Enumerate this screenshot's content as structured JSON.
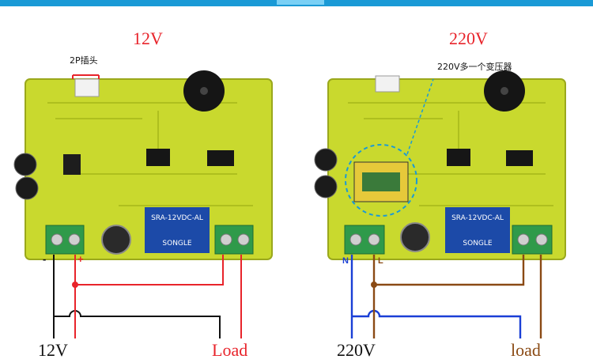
{
  "boards": {
    "left": {
      "title": "12V",
      "connector_label": "2P插头",
      "power_label": "12V",
      "load_label": "Load",
      "minus": "-",
      "plus": "+"
    },
    "right": {
      "title": "220V",
      "callout_label": "220V多一个变压器",
      "power_label": "220V",
      "load_label": "load",
      "n_label": "N",
      "l_label": "L"
    }
  },
  "colors": {
    "title": "#e8242b",
    "pcb": "#c9d92e",
    "wire_red": "#e8242b",
    "wire_black": "#111111",
    "wire_blue": "#1a3fd6",
    "wire_brown": "#8a4a14",
    "terminal_green": "#2f9a4a",
    "relay_blue": "#1c4aa8"
  }
}
